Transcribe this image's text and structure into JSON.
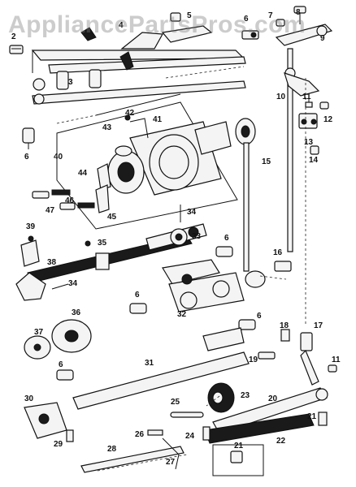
{
  "watermark": "AppliancePartsPros.com",
  "labels": [
    {
      "id": "l2",
      "text": "2"
    },
    {
      "id": "l3",
      "text": "3"
    },
    {
      "id": "l4",
      "text": "4"
    },
    {
      "id": "l5",
      "text": "5"
    },
    {
      "id": "l6a",
      "text": "6"
    },
    {
      "id": "l7",
      "text": "7"
    },
    {
      "id": "l8",
      "text": "8"
    },
    {
      "id": "l9",
      "text": "9"
    },
    {
      "id": "l10",
      "text": "10"
    },
    {
      "id": "l11a",
      "text": "11"
    },
    {
      "id": "l12",
      "text": "12"
    },
    {
      "id": "l13",
      "text": "13"
    },
    {
      "id": "l14",
      "text": "14"
    },
    {
      "id": "l6b",
      "text": "6"
    },
    {
      "id": "l40",
      "text": "40"
    },
    {
      "id": "l41",
      "text": "41"
    },
    {
      "id": "l42",
      "text": "42"
    },
    {
      "id": "l43",
      "text": "43"
    },
    {
      "id": "l44",
      "text": "44"
    },
    {
      "id": "l45",
      "text": "45"
    },
    {
      "id": "l46",
      "text": "46"
    },
    {
      "id": "l47",
      "text": "47"
    },
    {
      "id": "l15",
      "text": "15"
    },
    {
      "id": "l34a",
      "text": "34"
    },
    {
      "id": "l33",
      "text": "33"
    },
    {
      "id": "l6c",
      "text": "6"
    },
    {
      "id": "l39",
      "text": "39"
    },
    {
      "id": "l35",
      "text": "35"
    },
    {
      "id": "l38",
      "text": "38"
    },
    {
      "id": "l34b",
      "text": "34"
    },
    {
      "id": "l16",
      "text": "16"
    },
    {
      "id": "l6d",
      "text": "6"
    },
    {
      "id": "l32",
      "text": "32"
    },
    {
      "id": "l36",
      "text": "36"
    },
    {
      "id": "l37",
      "text": "37"
    },
    {
      "id": "l6e",
      "text": "6"
    },
    {
      "id": "l18",
      "text": "18"
    },
    {
      "id": "l17",
      "text": "17"
    },
    {
      "id": "l19",
      "text": "19"
    },
    {
      "id": "l11b",
      "text": "11"
    },
    {
      "id": "l31",
      "text": "31"
    },
    {
      "id": "l6f",
      "text": "6"
    },
    {
      "id": "l20",
      "text": "20"
    },
    {
      "id": "l23",
      "text": "23"
    },
    {
      "id": "l30",
      "text": "30"
    },
    {
      "id": "l25",
      "text": "25"
    },
    {
      "id": "l21a",
      "text": "21"
    },
    {
      "id": "l24",
      "text": "24"
    },
    {
      "id": "l29",
      "text": "29"
    },
    {
      "id": "l26",
      "text": "26"
    },
    {
      "id": "l22",
      "text": "22"
    },
    {
      "id": "l28",
      "text": "28"
    },
    {
      "id": "l21b",
      "text": "21"
    },
    {
      "id": "l27",
      "text": "27"
    }
  ]
}
